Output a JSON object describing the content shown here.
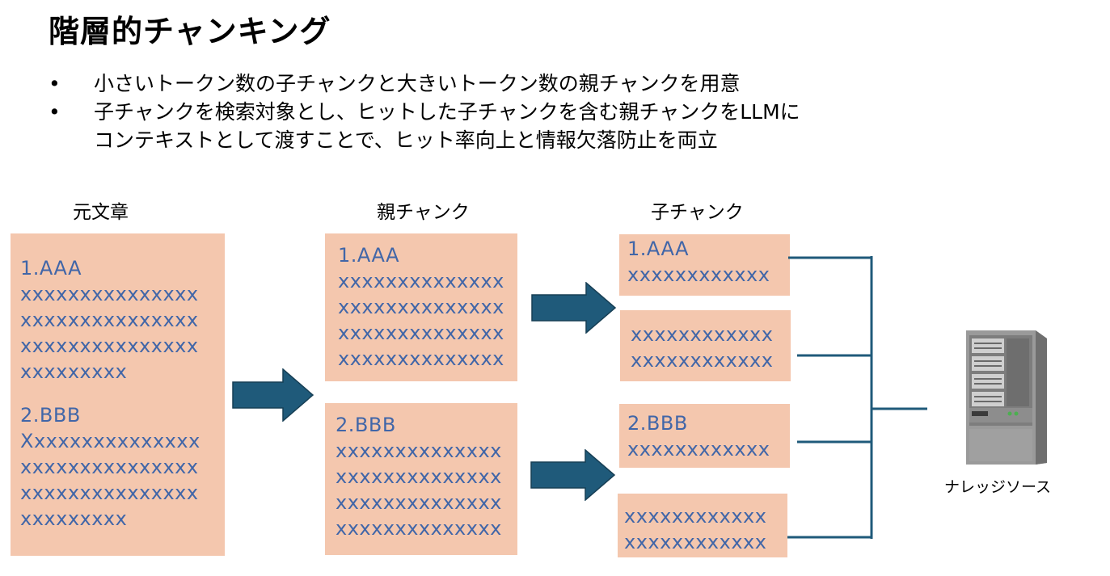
{
  "title": "階層的チャンキング",
  "bullets": [
    [
      "小さいトークン数の子チャンクと大きいトークン数の親チャンクを用意"
    ],
    [
      "子チャンクを検索対象とし、ヒットした子チャンクを含む親チャンクをLLMに",
      "コンテキストとして渡すことで、ヒット率向上と情報欠落防止を両立"
    ]
  ],
  "bullet_symbol": "•",
  "columns": {
    "source": "元文章",
    "parent": "親チャンク",
    "child": "子チャンク"
  },
  "source_doc": {
    "sections": [
      {
        "heading": "1.AAA",
        "lines": [
          "xxxxxxxxxxxxxxx",
          "xxxxxxxxxxxxxxx",
          "xxxxxxxxxxxxxxx",
          "xxxxxxxxx"
        ]
      },
      {
        "heading": "2.BBB",
        "lines": [
          "Xxxxxxxxxxxxxxx",
          "xxxxxxxxxxxxxxx",
          "xxxxxxxxxxxxxxx",
          "xxxxxxxxx"
        ]
      }
    ]
  },
  "parent_chunks": [
    {
      "heading": "1.AAA",
      "lines": [
        "xxxxxxxxxxxxxx",
        "xxxxxxxxxxxxxx",
        "xxxxxxxxxxxxxx",
        "xxxxxxxxxxxxxx"
      ]
    },
    {
      "heading": "2.BBB",
      "lines": [
        "xxxxxxxxxxxxxx",
        "xxxxxxxxxxxxxx",
        "xxxxxxxxxxxxxx",
        "xxxxxxxxxxxxxx"
      ]
    }
  ],
  "child_chunks": [
    {
      "heading": "1.AAA",
      "lines": [
        "xxxxxxxxxxxx"
      ]
    },
    {
      "heading": "",
      "lines": [
        "xxxxxxxxxxxx",
        "xxxxxxxxxxxx"
      ]
    },
    {
      "heading": "2.BBB",
      "lines": [
        "xxxxxxxxxxxx"
      ]
    },
    {
      "heading": "",
      "lines": [
        "xxxxxxxxxxxx",
        "xxxxxxxxxxxx"
      ]
    }
  ],
  "knowledge_source_label": "ナレッジソース",
  "colors": {
    "box_fill": "#f4c7ae",
    "box_text": "#4166a8",
    "arrow": "#1f5a7a",
    "connector": "#1f5a7a"
  }
}
